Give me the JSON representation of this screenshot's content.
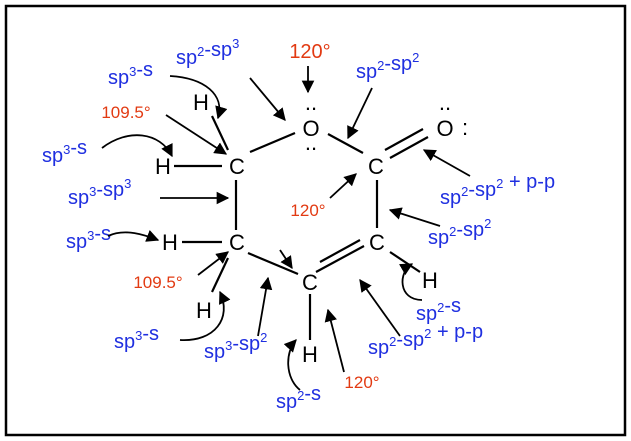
{
  "colors": {
    "label_blue": "#1f2fe0",
    "angle_red": "#e23a12",
    "ink": "#000000",
    "frame": "#000000"
  },
  "atoms": {
    "o_ring": "O",
    "o_carbonyl": "O",
    "c_top_left": "C",
    "c_carbonyl": "C",
    "c_mid_left": "C",
    "c_right": "C",
    "c_bottom": "C",
    "h_top_a": "H",
    "h_top_b": "H",
    "h_mid": "H",
    "h_low": "H",
    "h_right": "H",
    "h_bottom": "H"
  },
  "lone_pairs": {
    "o_ring_top": "..",
    "o_ring_bottom": "..",
    "o_carbonyl_top": "..",
    "o_carbonyl_right": ":"
  },
  "labels": [
    {
      "id": "sp3_s_top",
      "base": "sp",
      "sup": "3",
      "rest": "-s"
    },
    {
      "id": "sp2_sp3_top",
      "base": "sp",
      "sup": "2",
      "rest": "-sp",
      "sup2": "3"
    },
    {
      "id": "sp2_sp2_top",
      "base": "sp",
      "sup": "2",
      "rest": "-sp",
      "sup2": "2"
    },
    {
      "id": "sp3_s_left",
      "base": "sp",
      "sup": "3",
      "rest": "-s"
    },
    {
      "id": "sp3_sp3",
      "base": "sp",
      "sup": "3",
      "rest": "-sp",
      "sup2": "3"
    },
    {
      "id": "sp3_s_mid",
      "base": "sp",
      "sup": "3",
      "rest": "-s"
    },
    {
      "id": "sp2_sp2_pp_right",
      "base": "sp",
      "sup": "2",
      "rest": "-sp",
      "sup2": "2",
      "tail": " + p-p"
    },
    {
      "id": "sp2_sp2_right",
      "base": "sp",
      "sup": "2",
      "rest": "-sp",
      "sup2": "2"
    },
    {
      "id": "sp2_s_right",
      "base": "sp",
      "sup": "2",
      "rest": "-s"
    },
    {
      "id": "sp3_s_bottom",
      "base": "sp",
      "sup": "3",
      "rest": "-s"
    },
    {
      "id": "sp3_sp2_bottom",
      "base": "sp",
      "sup": "3",
      "rest": "-sp",
      "sup2": "2"
    },
    {
      "id": "sp2_sp2_pp_bottom",
      "base": "sp",
      "sup": "2",
      "rest": "-sp",
      "sup2": "2",
      "tail": " + p-p"
    },
    {
      "id": "sp2_s_bottom",
      "base": "sp",
      "sup": "2",
      "rest": "-s"
    }
  ],
  "angles": {
    "o_angle": "120°",
    "top_left_angle": "109.5°",
    "ring_inner_angle": "120°",
    "mid_left_angle": "109.5°",
    "bottom_angle": "120°"
  }
}
